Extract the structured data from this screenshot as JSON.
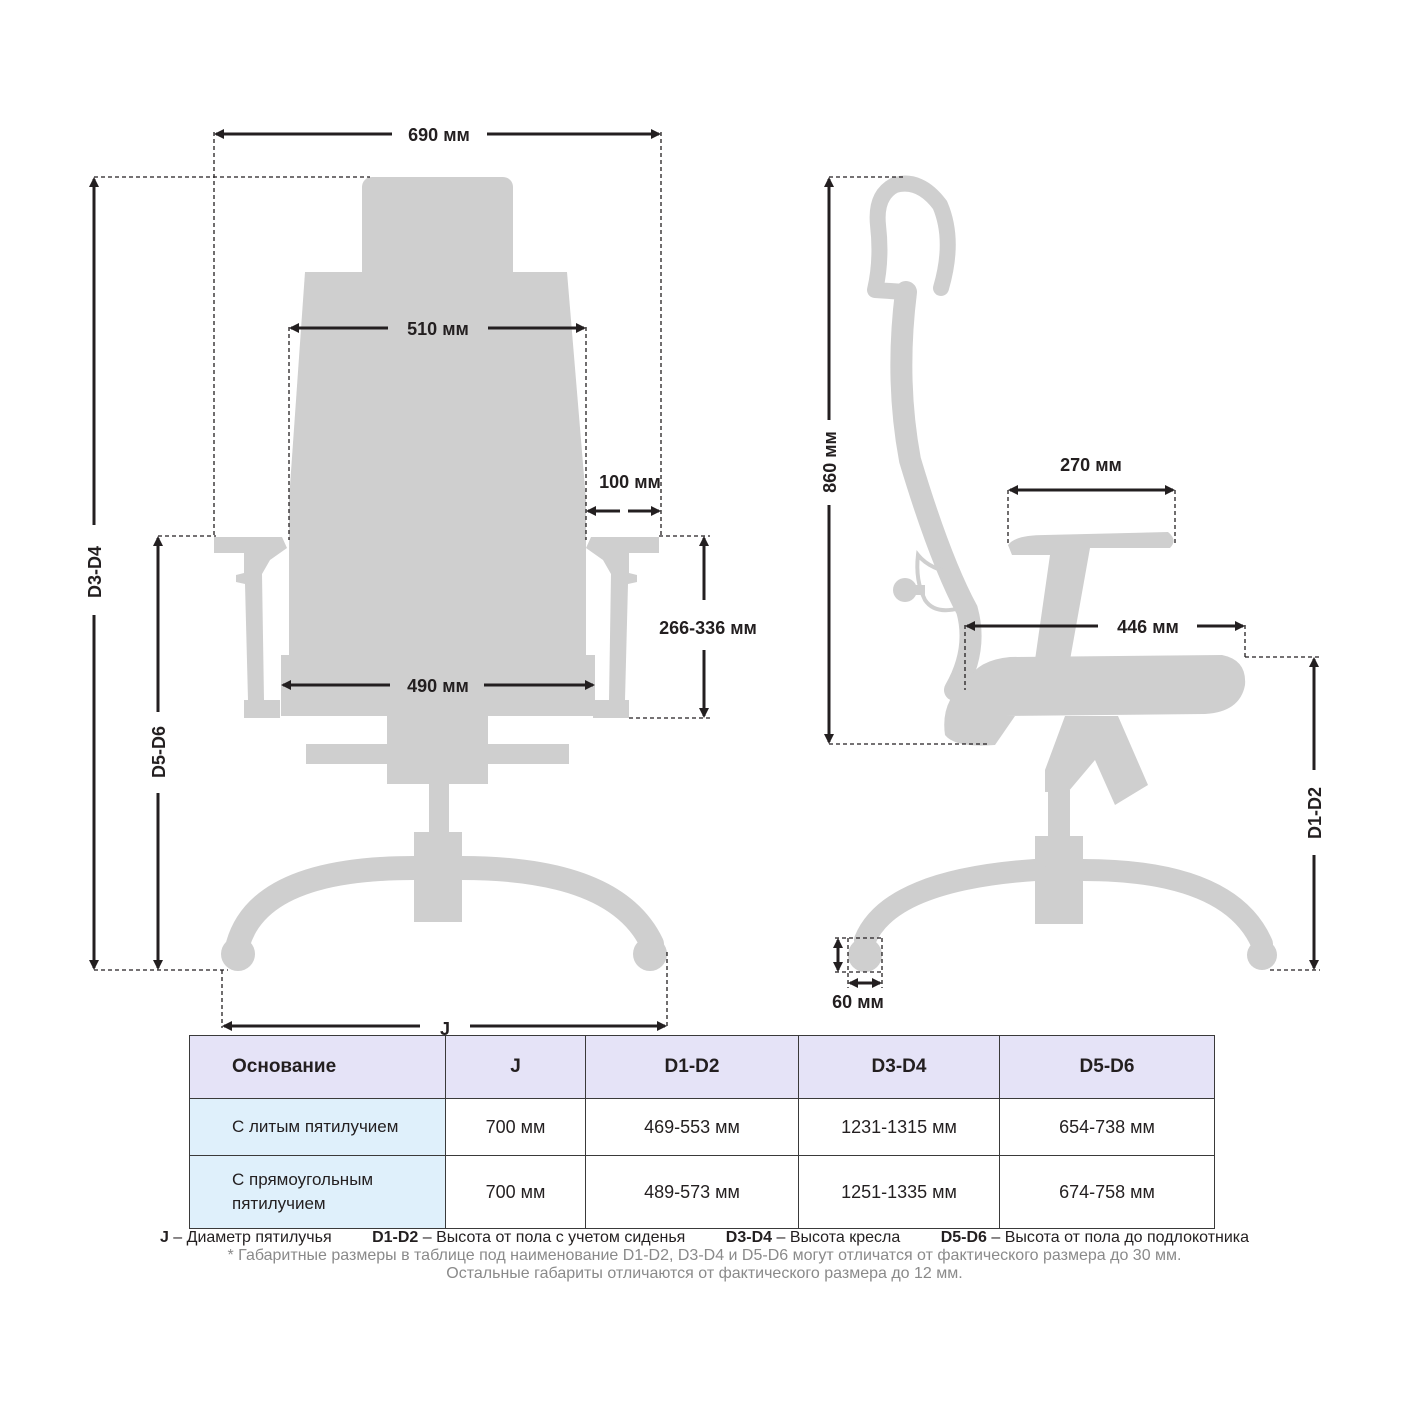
{
  "dimensions": {
    "width_total": "690 мм",
    "back_width": "510 мм",
    "armrest_offset": "100 мм",
    "armrest_height": "266-336 мм",
    "seat_width": "490 мм",
    "chair_height_code": "D3-D4",
    "armrest_floor_code": "D5-D6",
    "base_code": "J",
    "back_height": "860 мм",
    "armrest_depth": "270 мм",
    "seat_depth": "446 мм",
    "seat_floor_code": "D1-D2",
    "wheel_size": "60 мм"
  },
  "table": {
    "headers": [
      "Основание",
      "J",
      "D1-D2",
      "D3-D4",
      "D5-D6"
    ],
    "rows": [
      {
        "label": "С литым пятилучием",
        "values": [
          "700 мм",
          "469-553 мм",
          "1231-1315 мм",
          "654-738 мм"
        ]
      },
      {
        "label": "С прямоугольным пятилучием",
        "values": [
          "700 мм",
          "489-573 мм",
          "1251-1335 мм",
          "674-758 мм"
        ]
      }
    ]
  },
  "legend": {
    "items": [
      {
        "code": "J",
        "text": " – Диаметр пятилучья"
      },
      {
        "code": "D1-D2",
        "text": " – Высота от пола с учетом сиденья"
      },
      {
        "code": "D3-D4",
        "text": " – Высота кресла"
      },
      {
        "code": "D5-D6",
        "text": " – Высота от пола до подлокотника"
      }
    ],
    "note1": "* Габаритные размеры в таблице под наименование D1-D2, D3-D4 и D5-D6 могут отличатся от фактического размера до 30 мм.",
    "note2": "Остальные габариты отличаются от фактического размера до 12 мм."
  },
  "colors": {
    "chair": "#cfcfcf",
    "header_bg": "#e5e3f7",
    "label_bg": "#dff0fb",
    "ink": "#231f20",
    "note": "#8a8a8a"
  }
}
